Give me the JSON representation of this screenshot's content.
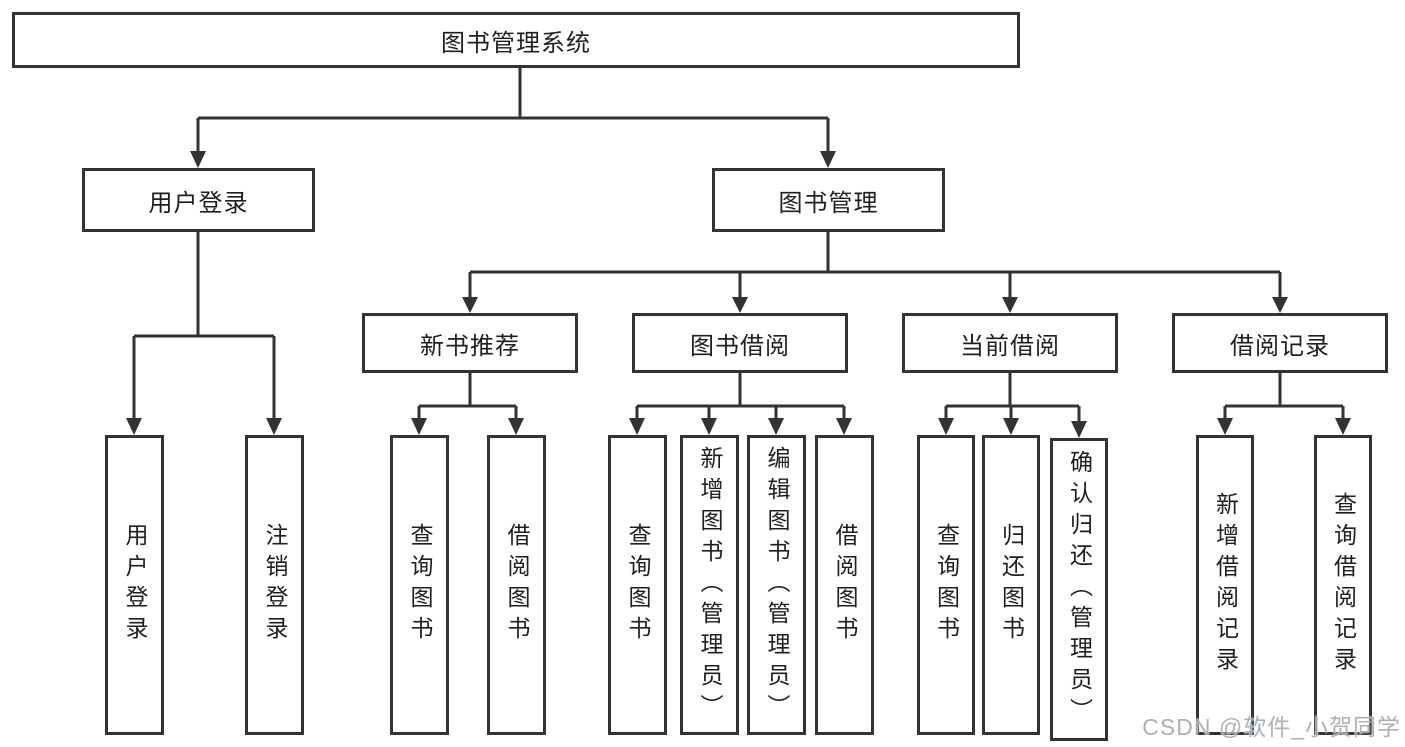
{
  "root": {
    "label": "图书管理系统"
  },
  "branches": [
    {
      "label": "用户登录",
      "children": [
        {
          "label": "用户登录"
        },
        {
          "label": "注销登录"
        }
      ]
    },
    {
      "label": "图书管理",
      "children": [
        {
          "label": "新书推荐",
          "children": [
            {
              "label": "查询图书"
            },
            {
              "label": "借阅图书"
            }
          ]
        },
        {
          "label": "图书借阅",
          "children": [
            {
              "label": "查询图书"
            },
            {
              "label": "新增图书（管理员）"
            },
            {
              "label": "编辑图书（管理员）"
            },
            {
              "label": "借阅图书"
            }
          ]
        },
        {
          "label": "当前借阅",
          "children": [
            {
              "label": "查询图书"
            },
            {
              "label": "归还图书"
            },
            {
              "label": "确认归还（管理员）"
            }
          ]
        },
        {
          "label": "借阅记录",
          "children": [
            {
              "label": "新增借阅记录"
            },
            {
              "label": "查询借阅记录"
            }
          ]
        }
      ]
    }
  ],
  "watermark": "CSDN @软件_小贺同学",
  "colors": {
    "line": "#333333",
    "text": "#1f1f1f",
    "background": "#ffffff",
    "watermark": "#a7adb3"
  }
}
